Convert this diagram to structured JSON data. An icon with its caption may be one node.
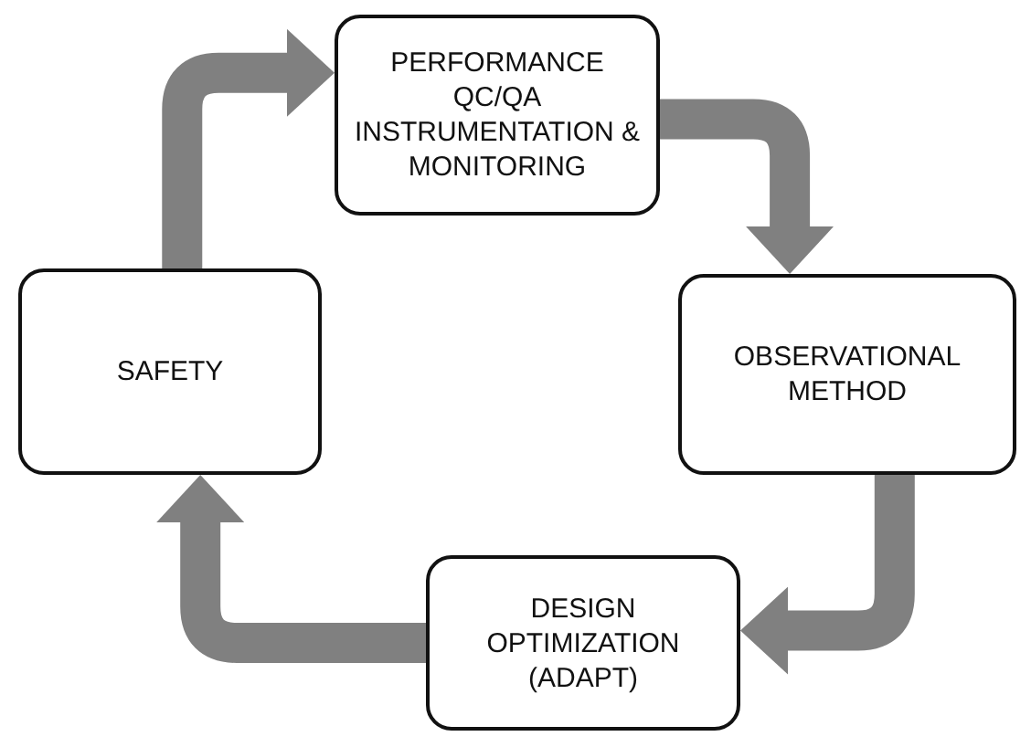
{
  "diagram": {
    "nodes": [
      {
        "text": [
          "PERFORMANCE QC/QA INSTRUMENTATION & MONITORING"
        ]
      },
      {
        "text": [
          "OBSERVATIONAL METHOD"
        ]
      },
      {
        "text": [
          "DESIGN OPTIMIZATION (ADAPT)"
        ]
      },
      {
        "text": [
          "SAFETY"
        ]
      }
    ],
    "edges": [
      {
        "from": 3,
        "to": 0,
        "arrow": "to"
      },
      {
        "from": 0,
        "to": 1,
        "arrow": "to"
      },
      {
        "from": 1,
        "to": 2,
        "arrow": "to"
      },
      {
        "from": 2,
        "to": 3,
        "arrow": "to"
      }
    ]
  }
}
